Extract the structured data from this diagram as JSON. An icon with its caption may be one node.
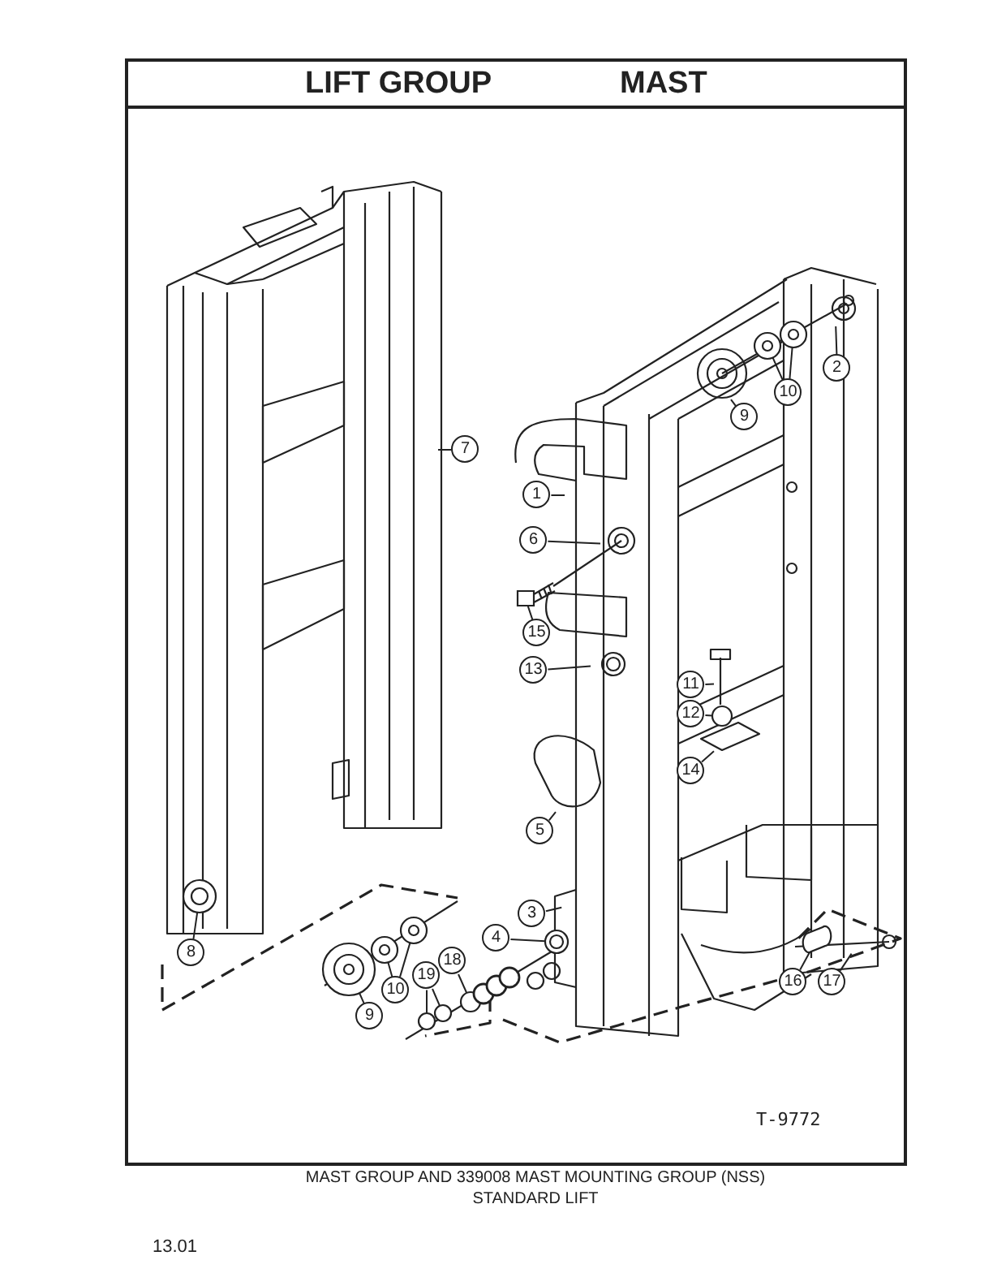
{
  "diagram": {
    "title": "LIFT GROUP",
    "caption": "MAST GROUP AND 339008 MAST MOUNTING GROUP (NSS) STANDARD LIFT",
    "nodes": [
      {
        "text": [
          "2"
        ]
      },
      {
        "text": [
          "10"
        ]
      },
      {
        "text": [
          "9"
        ]
      },
      {
        "text": [
          "7"
        ]
      },
      {
        "text": [
          "1"
        ]
      },
      {
        "text": [
          "6"
        ]
      },
      {
        "text": [
          "15"
        ]
      },
      {
        "text": [
          "13"
        ]
      },
      {
        "text": [
          "11"
        ]
      },
      {
        "text": [
          "12"
        ]
      },
      {
        "text": [
          "14"
        ]
      },
      {
        "text": [
          "5"
        ]
      },
      {
        "text": [
          "3"
        ]
      },
      {
        "text": [
          "4"
        ]
      },
      {
        "text": [
          "8"
        ]
      },
      {
        "text": [
          "18"
        ]
      },
      {
        "text": [
          "19"
        ]
      },
      {
        "text": [
          "10"
        ]
      },
      {
        "text": [
          "9"
        ]
      },
      {
        "text": [
          "16"
        ]
      },
      {
        "text": [
          "17"
        ]
      },
      {
        "text": [],
        "shape": "circle"
      },
      {
        "text": [],
        "shape": "circle"
      },
      {
        "text": [],
        "shape": "bolt"
      },
      {
        "text": [],
        "shape": "circle"
      },
      {
        "text": [],
        "shape": "circle"
      },
      {
        "text": [],
        "shape": "circle"
      },
      {
        "text": [],
        "shape": "spring"
      },
      {
        "text": [],
        "shape": "circle"
      },
      {
        "text": [],
        "shape": "circle"
      },
      {
        "text": [],
        "shape": "circle"
      },
      {
        "text": [],
        "shape": "circle"
      },
      {
        "text": [],
        "shape": "cylinder"
      },
      {
        "text": [],
        "shape": "circle"
      }
    ],
    "edges": [
      {
        "from": 0,
        "to": null,
        "arrow": "none"
      },
      {
        "from": 1,
        "to": 21,
        "arrow": "none"
      },
      {
        "from": 1,
        "to": 22,
        "arrow": "none"
      },
      {
        "from": 2,
        "to": null,
        "arrow": "none"
      },
      {
        "from": 3,
        "to": null,
        "arrow": "none"
      },
      {
        "from": 4,
        "to": null,
        "arrow": "none"
      },
      {
        "from": 5,
        "to": null,
        "arrow": "none"
      },
      {
        "from": 6,
        "to": 23,
        "arrow": "none"
      },
      {
        "from": 7,
        "to": null,
        "arrow": "none"
      },
      {
        "from": 8,
        "to": null,
        "arrow": "none"
      },
      {
        "from": 9,
        "to": 24,
        "arrow": "none"
      },
      {
        "from": 10,
        "to": null,
        "arrow": "none"
      },
      {
        "from": 11,
        "to": null,
        "arrow": "none"
      },
      {
        "from": 12,
        "to": null,
        "arrow": "none"
      },
      {
        "from": 13,
        "to": 25,
        "arrow": "none"
      },
      {
        "from": 14,
        "to": 26,
        "arrow": "none"
      },
      {
        "from": 15,
        "to": 27,
        "arrow": "none"
      },
      {
        "from": 16,
        "to": 28,
        "arrow": "none"
      },
      {
        "from": 16,
        "to": 29,
        "arrow": "none"
      },
      {
        "from": 17,
        "to": 30,
        "arrow": "none"
      },
      {
        "from": 17,
        "to": 31,
        "arrow": "none"
      },
      {
        "from": 18,
        "to": 33,
        "arrow": "none"
      },
      {
        "from": 19,
        "to": 32,
        "arrow": "none"
      },
      {
        "from": 20,
        "to": null,
        "arrow": "none"
      }
    ],
    "labels": [
      "MAST",
      "T-9772",
      "13.01"
    ]
  }
}
